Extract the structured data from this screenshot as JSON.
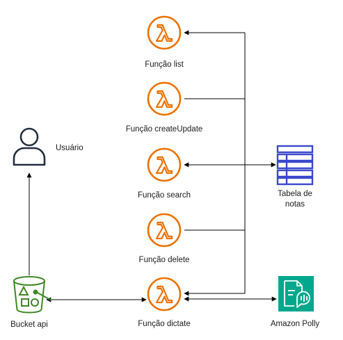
{
  "nodes": {
    "fn_list": {
      "label": "Função list",
      "icon": "lambda-icon"
    },
    "fn_create_update": {
      "label": "Função createUpdate",
      "icon": "lambda-icon"
    },
    "fn_search": {
      "label": "Função search",
      "icon": "lambda-icon"
    },
    "fn_delete": {
      "label": "Função delete",
      "icon": "lambda-icon"
    },
    "fn_dictate": {
      "label": "Função dictate",
      "icon": "lambda-icon"
    },
    "user": {
      "label": "Usuário",
      "icon": "user-icon"
    },
    "bucket": {
      "label": "Bucket api",
      "icon": "s3-bucket-icon"
    },
    "table": {
      "label_line1": "Tabela de",
      "label_line2": "notas",
      "icon": "table-icon"
    },
    "polly": {
      "label": "Amazon Polly",
      "icon": "polly-icon"
    }
  },
  "colors": {
    "lambda": "#ed7100",
    "user": "#232f3e",
    "bucket": "#3f8624",
    "table": "#3b48cc",
    "polly": "#01a88d",
    "connector": "#000000"
  }
}
